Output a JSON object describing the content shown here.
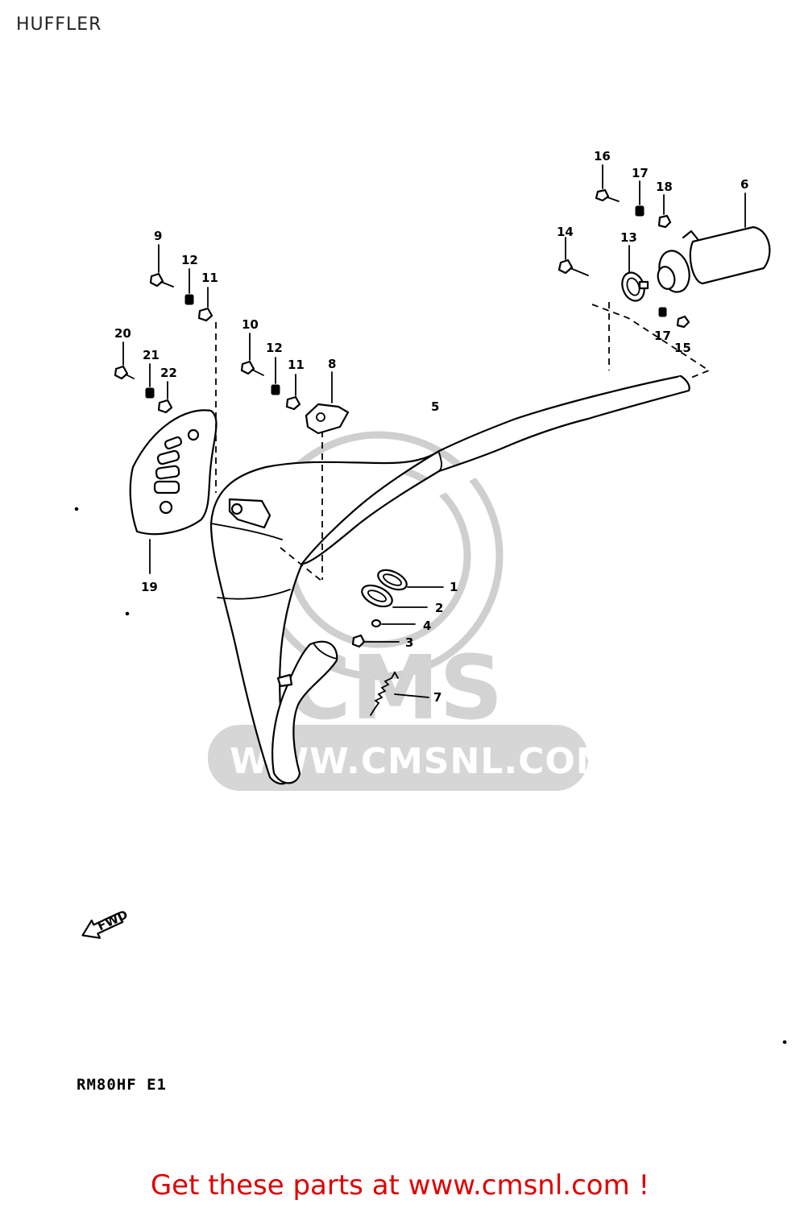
{
  "page": {
    "title": "HUFFLER"
  },
  "callouts": [
    {
      "id": "callout-1",
      "label": "1"
    },
    {
      "id": "callout-2",
      "label": "2"
    },
    {
      "id": "callout-3",
      "label": "3"
    },
    {
      "id": "callout-4",
      "label": "4"
    },
    {
      "id": "callout-5",
      "label": "5"
    },
    {
      "id": "callout-6",
      "label": "6"
    },
    {
      "id": "callout-7",
      "label": "7"
    },
    {
      "id": "callout-8",
      "label": "8"
    },
    {
      "id": "callout-9",
      "label": "9"
    },
    {
      "id": "callout-10",
      "label": "10"
    },
    {
      "id": "callout-11a",
      "label": "11"
    },
    {
      "id": "callout-11b",
      "label": "11"
    },
    {
      "id": "callout-12a",
      "label": "12"
    },
    {
      "id": "callout-12b",
      "label": "12"
    },
    {
      "id": "callout-13",
      "label": "13"
    },
    {
      "id": "callout-14",
      "label": "14"
    },
    {
      "id": "callout-15",
      "label": "15"
    },
    {
      "id": "callout-16",
      "label": "16"
    },
    {
      "id": "callout-17a",
      "label": "17"
    },
    {
      "id": "callout-17b",
      "label": "17"
    },
    {
      "id": "callout-18",
      "label": "18"
    },
    {
      "id": "callout-19",
      "label": "19"
    },
    {
      "id": "callout-20",
      "label": "20"
    },
    {
      "id": "callout-21",
      "label": "21"
    },
    {
      "id": "callout-22",
      "label": "22"
    }
  ],
  "watermark": {
    "logo": "CMS",
    "url": "WWW.CMSNL.COM"
  },
  "diagram": {
    "model_code": "RM80HF E1",
    "fwd_label": "FWD"
  },
  "footer": {
    "cta": "Get these parts at www.cmsnl.com !",
    "cta_color": "#e00000"
  }
}
